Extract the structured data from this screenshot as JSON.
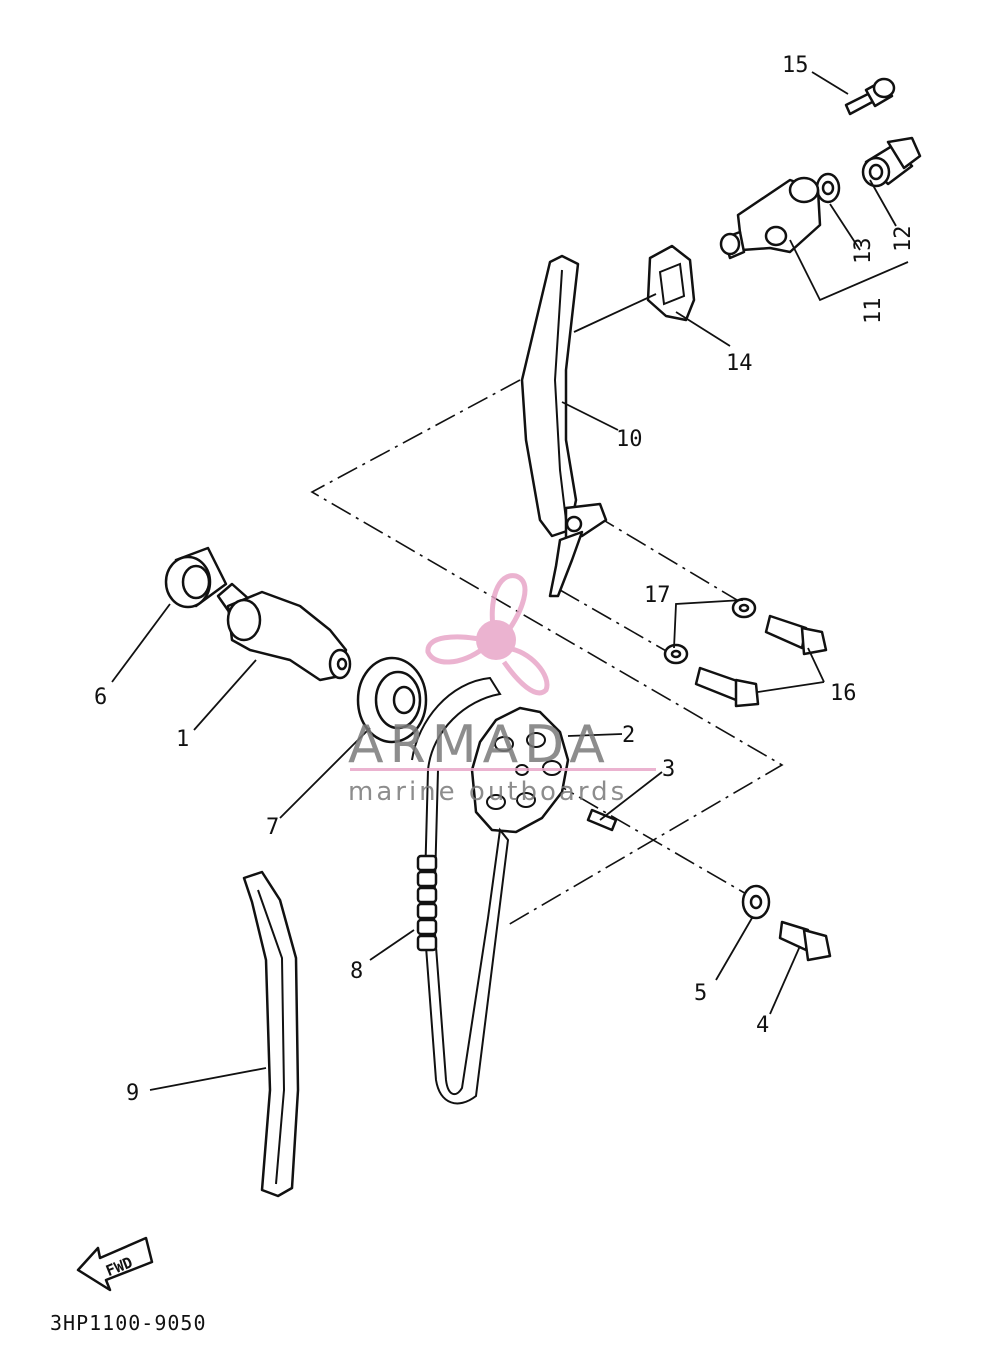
{
  "diagram": {
    "part_numbers": {
      "p1": "1",
      "p2": "2",
      "p3": "3",
      "p4": "4",
      "p5": "5",
      "p6": "6",
      "p7": "7",
      "p8": "8",
      "p9": "9",
      "p10": "10",
      "p11": "11",
      "p12": "12",
      "p13": "13",
      "p14": "14",
      "p15": "15",
      "p16": "16",
      "p17": "17"
    },
    "fwd_label": "FWD",
    "diagram_code": "3HP1100-9050"
  },
  "watermark": {
    "brand": "ARMADA",
    "tagline": "marine outboards",
    "color_pink": "#e8a6c8",
    "color_text": "#7a7a7a"
  },
  "icons": {
    "watermark": "propeller-logo-icon",
    "direction": "fwd-arrow-icon"
  }
}
